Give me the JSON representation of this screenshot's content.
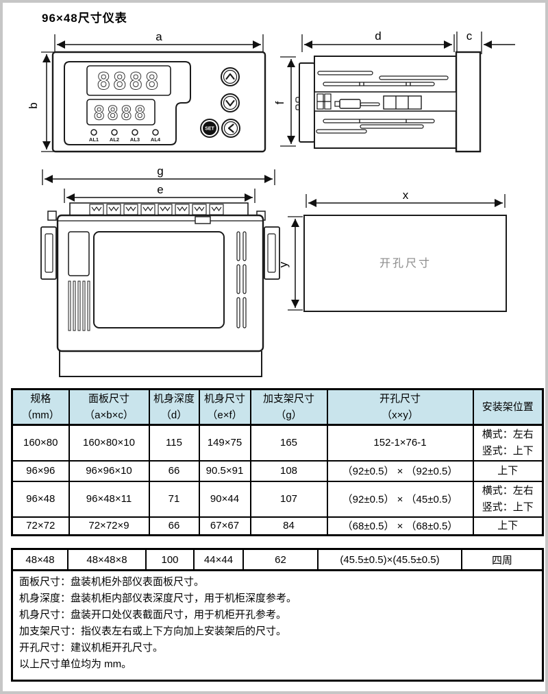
{
  "page": {
    "title": "96×48尺寸仪表"
  },
  "colors": {
    "header_bg": "#c9e4ec",
    "border": "#000000",
    "cutout_label_text": "#8a8a8a"
  },
  "diagrams": {
    "front": {
      "dim_a": "a",
      "dim_b": "b",
      "display_row1": "8888",
      "display_row2": "8888",
      "led_labels": [
        "AL1",
        "AL2",
        "AL3",
        "AL4"
      ],
      "set_button": "SET"
    },
    "side": {
      "dim_d": "d",
      "dim_c": "c",
      "dim_f": "f"
    },
    "rear": {
      "dim_g": "g",
      "dim_e": "e"
    },
    "cutout": {
      "dim_x": "x",
      "dim_y": "y",
      "label": "开孔尺寸"
    }
  },
  "table": {
    "headers": [
      [
        "规格",
        "（mm）"
      ],
      [
        "面板尺寸",
        "（a×b×c）"
      ],
      [
        "机身深度",
        "（d）"
      ],
      [
        "机身尺寸",
        "（e×f）"
      ],
      [
        "加支架尺寸",
        "（g）"
      ],
      [
        "开孔尺寸",
        "（x×y）"
      ],
      [
        "安装架位置",
        ""
      ]
    ],
    "rows": [
      {
        "spec": "160×80",
        "panel": "160×80×10",
        "depth": "115",
        "body": "149×75",
        "bracket": "165",
        "cutout": "152-1×76-1",
        "mount": [
          "横式：左右",
          "竖式：上下"
        ]
      },
      {
        "spec": "96×96",
        "panel": "96×96×10",
        "depth": "66",
        "body": "90.5×91",
        "bracket": "108",
        "cutout": "（92±0.5） × （92±0.5）",
        "mount": [
          "上下"
        ]
      },
      {
        "spec": "96×48",
        "panel": "96×48×11",
        "depth": "71",
        "body": "90×44",
        "bracket": "107",
        "cutout": "（92±0.5） × （45±0.5）",
        "mount": [
          "横式：左右",
          "竖式：上下"
        ]
      },
      {
        "spec": "72×72",
        "panel": "72×72×9",
        "depth": "66",
        "body": "67×67",
        "bracket": "84",
        "cutout": "（68±0.5） × （68±0.5）",
        "mount": [
          "上下"
        ]
      }
    ],
    "extra_row": {
      "spec": "48×48",
      "panel": "48×48×8",
      "depth": "100",
      "body": "44×44",
      "bracket": "62",
      "cutout": "(45.5±0.5)×(45.5±0.5)",
      "mount": [
        "四周"
      ]
    }
  },
  "notes": [
    "面板尺寸：盘装机柜外部仪表面板尺寸。",
    "机身深度：盘装机柜内部仪表深度尺寸，用于机柜深度参考。",
    "机身尺寸：盘装开口处仪表截面尺寸，用于机柜开孔参考。",
    "加支架尺寸：指仪表左右或上下方向加上安装架后的尺寸。",
    "开孔尺寸：建议机柜开孔尺寸。",
    "以上尺寸单位均为 mm。"
  ]
}
